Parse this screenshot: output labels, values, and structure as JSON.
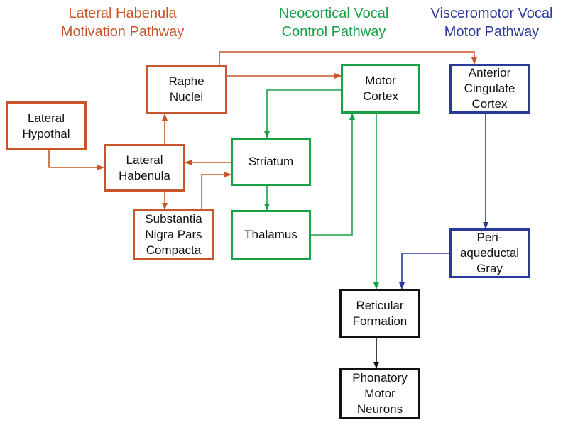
{
  "colors": {
    "habenula": "#c8562a",
    "neocortical": "#1aa148",
    "visceromotor": "#2b3a9a",
    "common": "#111111"
  },
  "headings": {
    "habenula": [
      "Lateral Habenula",
      "Motivation Pathway"
    ],
    "neocortical": [
      "Neocortical Vocal",
      "Control Pathway"
    ],
    "visceromotor": [
      "Visceromotor Vocal",
      "Motor Pathway"
    ]
  },
  "nodes": {
    "lateral_hypothal": [
      "Lateral",
      "Hypothal"
    ],
    "raphe_nuclei": [
      "Raphe",
      "Nuclei"
    ],
    "lateral_habenula": [
      "Lateral",
      "Habenula"
    ],
    "substantia_nigra": [
      "Substantia",
      "Nigra Pars",
      "Compacta"
    ],
    "motor_cortex": [
      "Motor",
      "Cortex"
    ],
    "striatum": [
      "Striatum"
    ],
    "thalamus": [
      "Thalamus"
    ],
    "anterior_cingulate": [
      "Anterior",
      "Cingulate",
      "Cortex"
    ],
    "periaqueductal_gray": [
      "Peri-",
      "aqueductal",
      "Gray"
    ],
    "reticular_formation": [
      "Reticular",
      "Formation"
    ],
    "phonatory_motor_neurons": [
      "Phonatory",
      "Motor",
      "Neurons"
    ]
  },
  "connections": [
    {
      "from": "lateral_hypothal",
      "to": "lateral_habenula",
      "pathway": "habenula"
    },
    {
      "from": "lateral_habenula",
      "to": "raphe_nuclei",
      "pathway": "habenula"
    },
    {
      "from": "lateral_habenula",
      "to": "substantia_nigra",
      "pathway": "habenula"
    },
    {
      "from": "raphe_nuclei",
      "to": "motor_cortex",
      "pathway": "habenula"
    },
    {
      "from": "raphe_nuclei",
      "to": "anterior_cingulate",
      "pathway": "habenula"
    },
    {
      "from": "striatum",
      "to": "lateral_habenula",
      "pathway": "habenula"
    },
    {
      "from": "substantia_nigra",
      "to": "striatum",
      "pathway": "habenula"
    },
    {
      "from": "motor_cortex",
      "to": "striatum",
      "pathway": "neocortical"
    },
    {
      "from": "striatum",
      "to": "thalamus",
      "pathway": "neocortical"
    },
    {
      "from": "thalamus",
      "to": "motor_cortex",
      "pathway": "neocortical"
    },
    {
      "from": "motor_cortex",
      "to": "reticular_formation",
      "pathway": "neocortical"
    },
    {
      "from": "anterior_cingulate",
      "to": "periaqueductal_gray",
      "pathway": "visceromotor"
    },
    {
      "from": "periaqueductal_gray",
      "to": "reticular_formation",
      "pathway": "visceromotor"
    },
    {
      "from": "reticular_formation",
      "to": "phonatory_motor_neurons",
      "pathway": "common"
    }
  ]
}
